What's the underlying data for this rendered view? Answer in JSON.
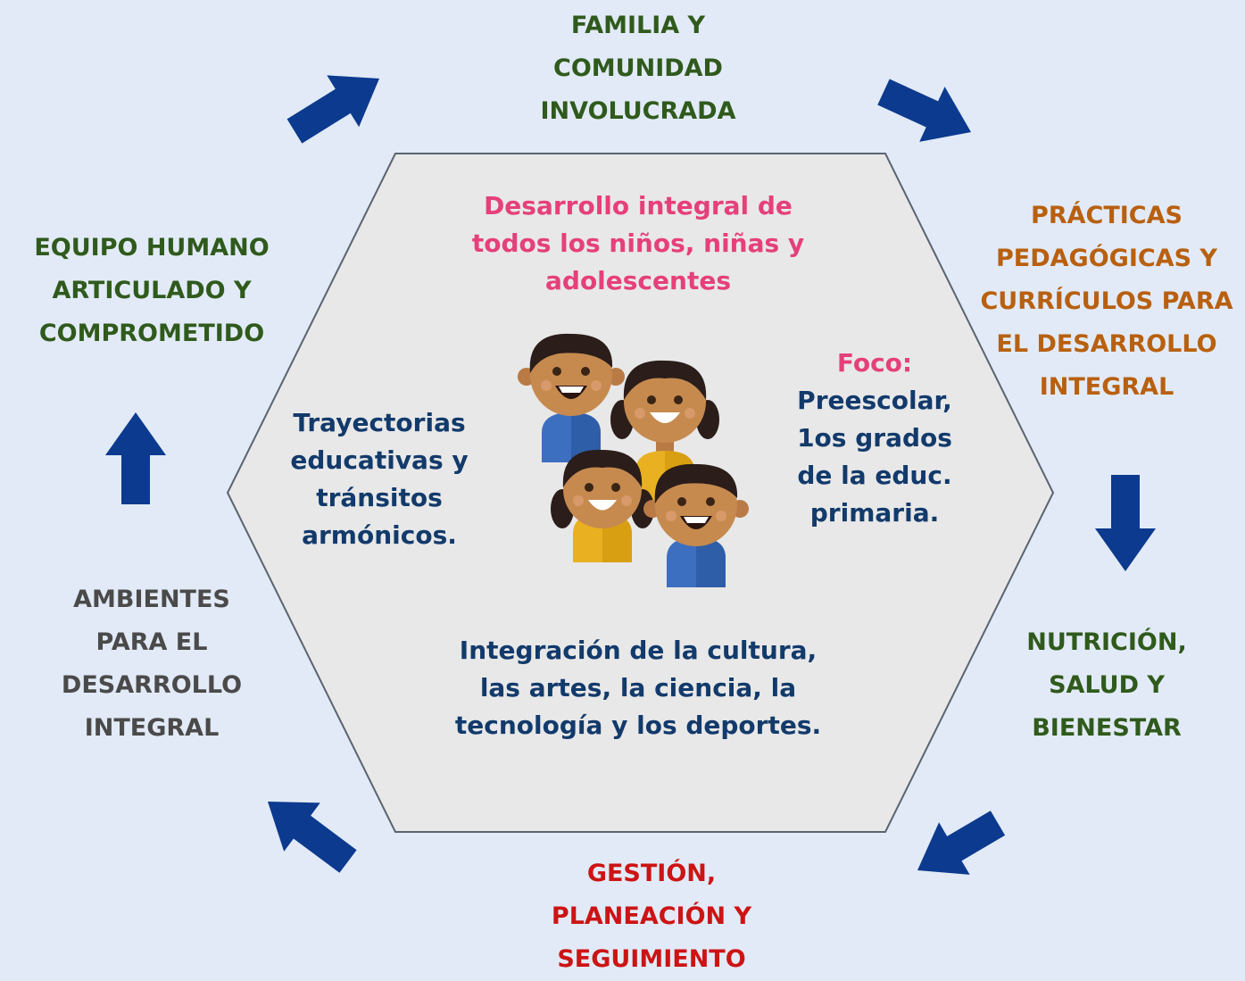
{
  "center": {
    "title": "Desarrollo integral de\ntodos los niños, niñas y\nadolescentes",
    "left": "Trayectorias\neducativas  y\ntránsitos\narmónicos.",
    "focus_title": "Foco:",
    "focus_body": "Preescolar,\n1os grados\nde la educ.\nprimaria.",
    "bottom": "Integración de la cultura,\nlas artes, la ciencia, la\ntecnología y los deportes."
  },
  "outer_labels": {
    "top": "FAMILIA Y\nCOMUNIDAD\nINVOLUCRADA",
    "top_right": "PRÁCTICAS\nPEDAGÓGICAS Y\nCURRÍCULOS PARA\nEL DESARROLLO\nINTEGRAL",
    "bottom_right": "NUTRICIÓN,\nSALUD Y\nBIENESTAR",
    "bottom": "GESTIÓN,\nPLANEACIÓN Y\nSEGUIMIENTO",
    "bottom_left": "AMBIENTES\nPARA EL\nDESARROLLO\nINTEGRAL",
    "top_left": "EQUIPO HUMANO\nARTICULADO Y\nCOMPROMETIDO"
  },
  "colors": {
    "background": "#e2eaf7",
    "hexagon_fill": "#e8e8e8",
    "hexagon_stroke": "#5a6470",
    "arrow": "#0b3a8e",
    "green": "#2f5a1c",
    "orange": "#b8600f",
    "red": "#cc1414",
    "gray": "#4a4a4a",
    "pink": "#e5407a",
    "navy": "#123a6b"
  },
  "icons": {
    "arrows": "arrow-icon",
    "children": "children-group-icon"
  }
}
